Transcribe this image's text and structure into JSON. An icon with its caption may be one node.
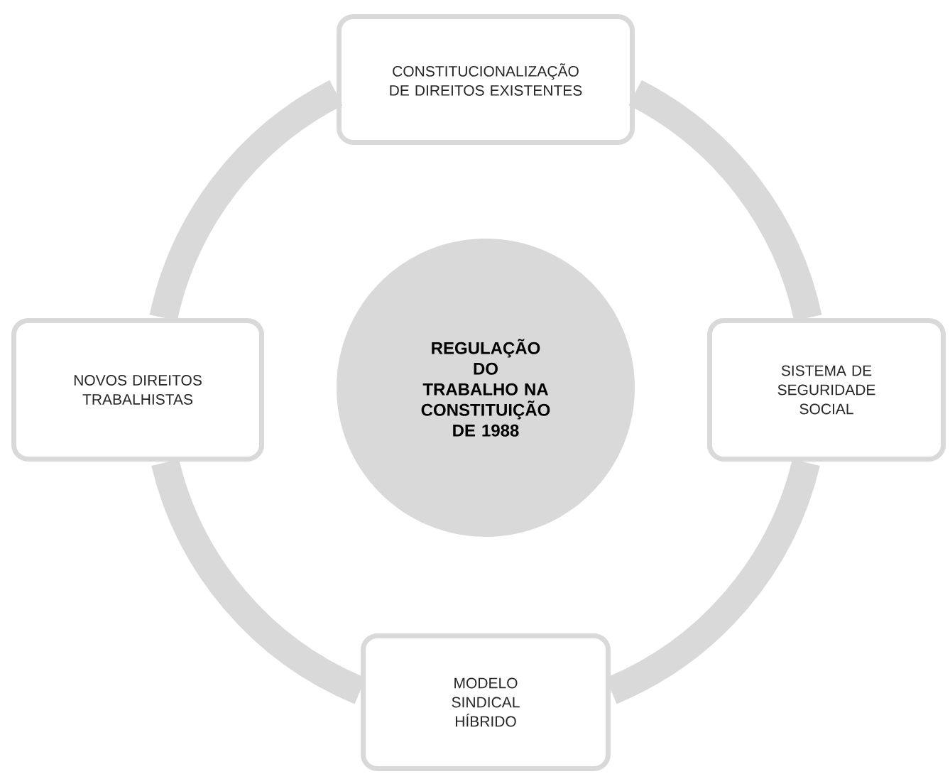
{
  "diagram": {
    "nodes": [
      {
        "text": [
          "CONSTITUCIONALIZAÇÃO DE DIREITOS EXISTENTES"
        ]
      },
      {
        "text": [
          "NOVOS DIREITOS TRABALHISTAS"
        ]
      },
      {
        "text": [
          "REGULAÇÃO DO TRABALHO NA CONSTITUIÇÃO DE 1988"
        ]
      },
      {
        "text": [
          "SISTEMA DE SEGURIDADE SOCIAL"
        ]
      },
      {
        "text": [
          "MODELO SINDICAL HÍBRIDO"
        ]
      }
    ],
    "edges": [
      {
        "from": 0,
        "to": 3,
        "arrow": "none"
      },
      {
        "from": 3,
        "to": 4,
        "arrow": "none"
      },
      {
        "from": 4,
        "to": 1,
        "arrow": "none"
      },
      {
        "from": 1,
        "to": 0,
        "arrow": "none"
      }
    ]
  }
}
